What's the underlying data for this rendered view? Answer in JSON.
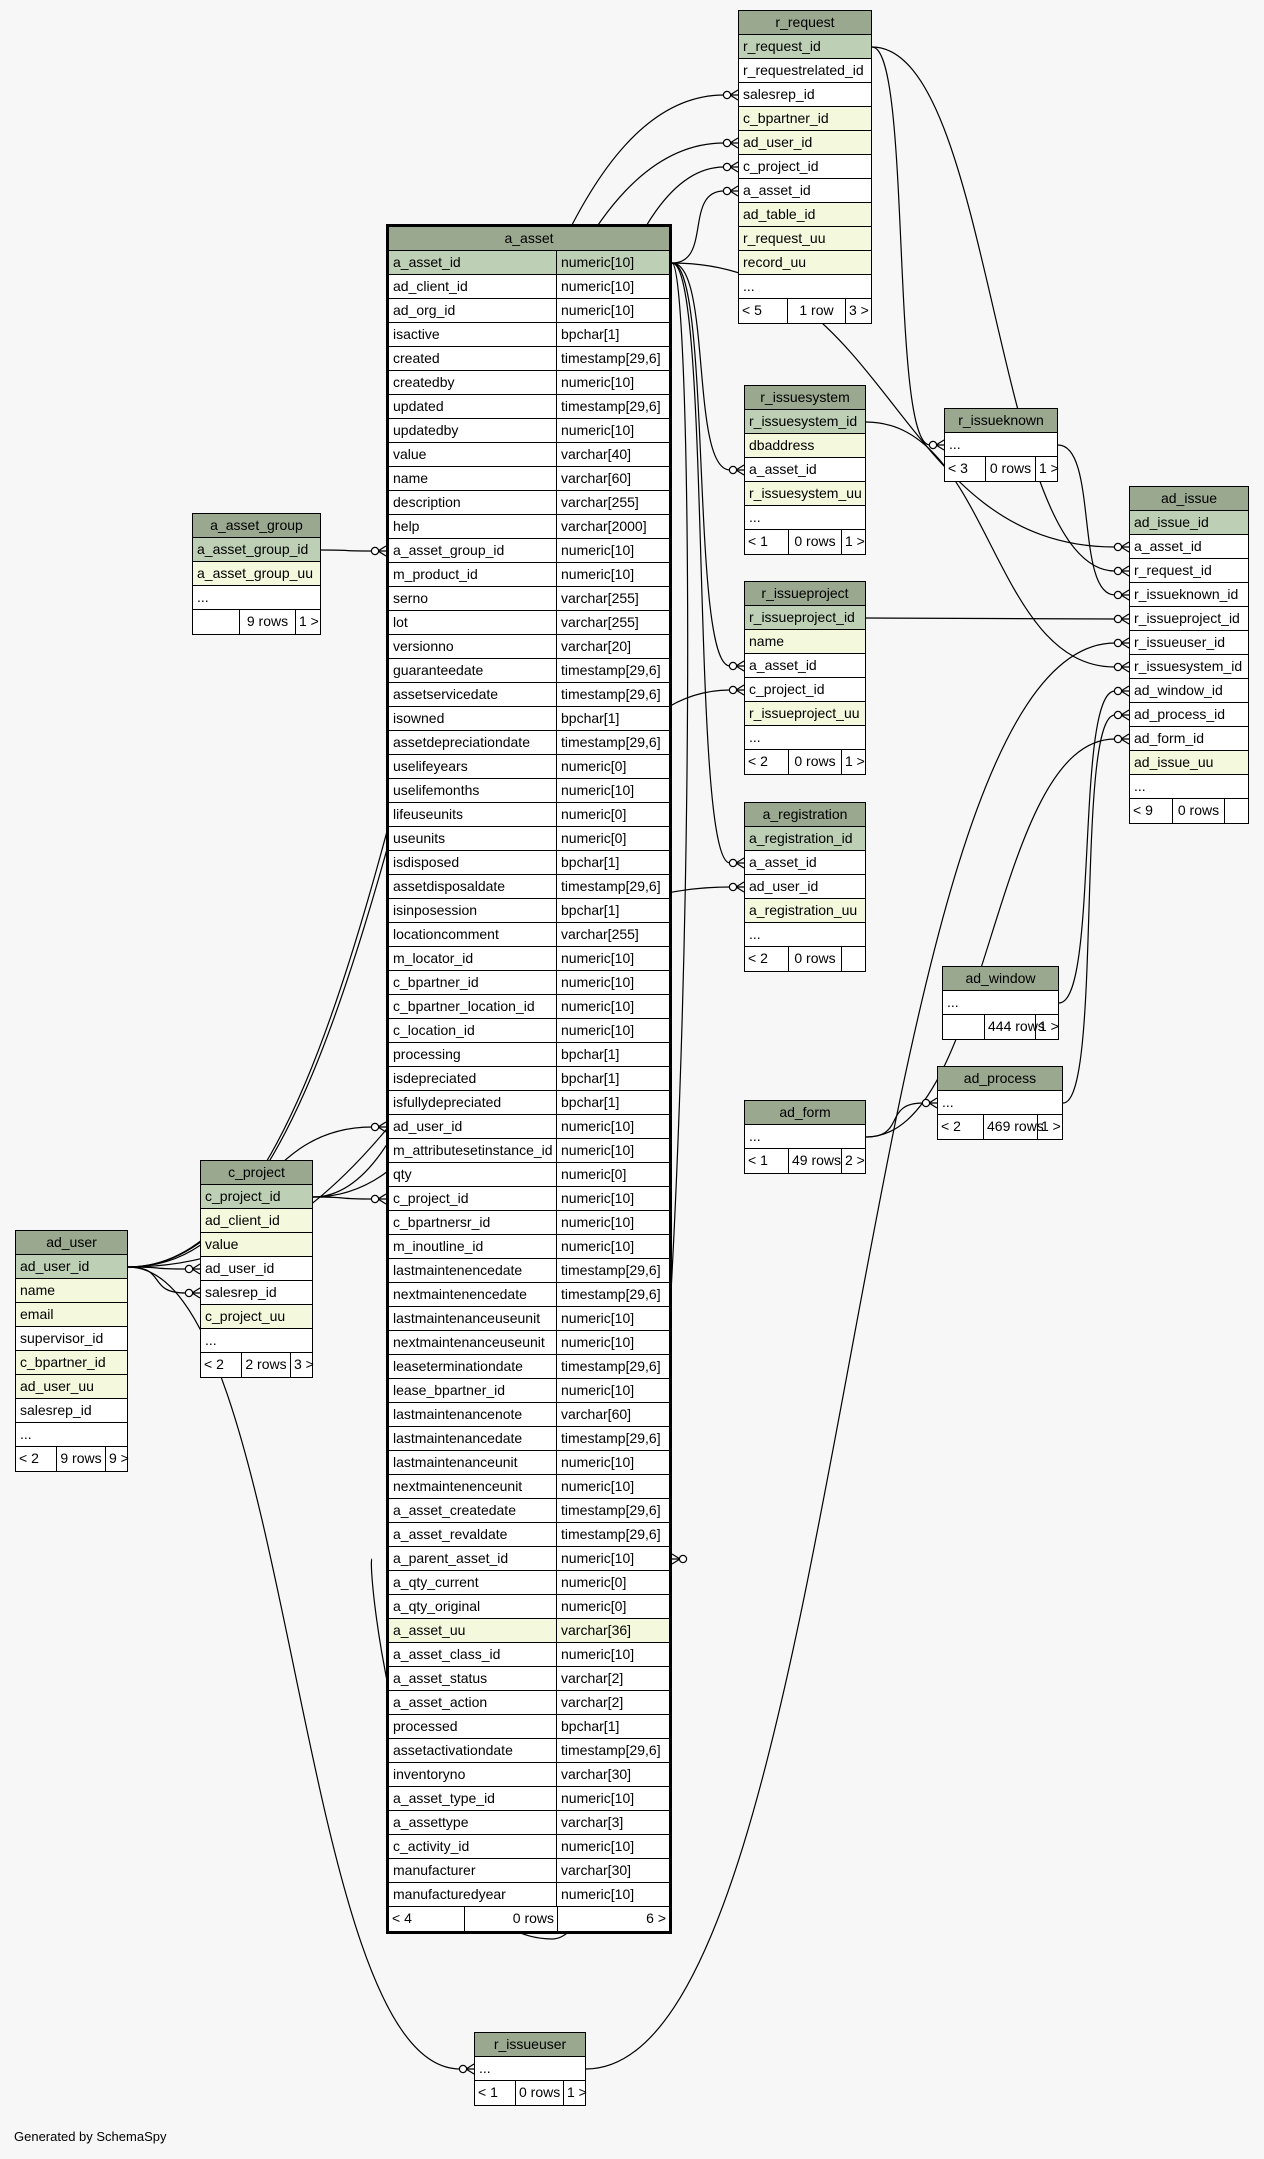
{
  "footer": "Generated by SchemaSpy",
  "colors": {
    "header": "#9aa88f",
    "primary_key": "#bdd0b5",
    "indexed": "#f4f8dc",
    "plain": "#ffffff",
    "background": "#f7f7f7"
  },
  "tables": [
    {
      "name": "r_request",
      "columns": [
        {
          "name": "r_request_id",
          "kind": "pk"
        },
        {
          "name": "r_requestrelated_id",
          "kind": "plain"
        },
        {
          "name": "salesrep_id",
          "kind": "plain"
        },
        {
          "name": "c_bpartner_id",
          "kind": "idx"
        },
        {
          "name": "ad_user_id",
          "kind": "idx"
        },
        {
          "name": "c_project_id",
          "kind": "plain"
        },
        {
          "name": "a_asset_id",
          "kind": "plain"
        },
        {
          "name": "ad_table_id",
          "kind": "idx"
        },
        {
          "name": "r_request_uu",
          "kind": "idx"
        },
        {
          "name": "record_uu",
          "kind": "idx"
        },
        {
          "name": "...",
          "kind": "plain"
        }
      ],
      "footer": [
        "< 5",
        "1 row",
        "3 >"
      ]
    },
    {
      "name": "a_asset",
      "columns": [
        {
          "name": "a_asset_id",
          "type": "numeric[10]",
          "kind": "pk"
        },
        {
          "name": "ad_client_id",
          "type": "numeric[10]",
          "kind": "plain"
        },
        {
          "name": "ad_org_id",
          "type": "numeric[10]",
          "kind": "plain"
        },
        {
          "name": "isactive",
          "type": "bpchar[1]",
          "kind": "plain"
        },
        {
          "name": "created",
          "type": "timestamp[29,6]",
          "kind": "plain"
        },
        {
          "name": "createdby",
          "type": "numeric[10]",
          "kind": "plain"
        },
        {
          "name": "updated",
          "type": "timestamp[29,6]",
          "kind": "plain"
        },
        {
          "name": "updatedby",
          "type": "numeric[10]",
          "kind": "plain"
        },
        {
          "name": "value",
          "type": "varchar[40]",
          "kind": "plain"
        },
        {
          "name": "name",
          "type": "varchar[60]",
          "kind": "plain"
        },
        {
          "name": "description",
          "type": "varchar[255]",
          "kind": "plain"
        },
        {
          "name": "help",
          "type": "varchar[2000]",
          "kind": "plain"
        },
        {
          "name": "a_asset_group_id",
          "type": "numeric[10]",
          "kind": "plain"
        },
        {
          "name": "m_product_id",
          "type": "numeric[10]",
          "kind": "plain"
        },
        {
          "name": "serno",
          "type": "varchar[255]",
          "kind": "plain"
        },
        {
          "name": "lot",
          "type": "varchar[255]",
          "kind": "plain"
        },
        {
          "name": "versionno",
          "type": "varchar[20]",
          "kind": "plain"
        },
        {
          "name": "guaranteedate",
          "type": "timestamp[29,6]",
          "kind": "plain"
        },
        {
          "name": "assetservicedate",
          "type": "timestamp[29,6]",
          "kind": "plain"
        },
        {
          "name": "isowned",
          "type": "bpchar[1]",
          "kind": "plain"
        },
        {
          "name": "assetdepreciationdate",
          "type": "timestamp[29,6]",
          "kind": "plain"
        },
        {
          "name": "uselifeyears",
          "type": "numeric[0]",
          "kind": "plain"
        },
        {
          "name": "uselifemonths",
          "type": "numeric[10]",
          "kind": "plain"
        },
        {
          "name": "lifeuseunits",
          "type": "numeric[0]",
          "kind": "plain"
        },
        {
          "name": "useunits",
          "type": "numeric[0]",
          "kind": "plain"
        },
        {
          "name": "isdisposed",
          "type": "bpchar[1]",
          "kind": "plain"
        },
        {
          "name": "assetdisposaldate",
          "type": "timestamp[29,6]",
          "kind": "plain"
        },
        {
          "name": "isinposession",
          "type": "bpchar[1]",
          "kind": "plain"
        },
        {
          "name": "locationcomment",
          "type": "varchar[255]",
          "kind": "plain"
        },
        {
          "name": "m_locator_id",
          "type": "numeric[10]",
          "kind": "plain"
        },
        {
          "name": "c_bpartner_id",
          "type": "numeric[10]",
          "kind": "plain"
        },
        {
          "name": "c_bpartner_location_id",
          "type": "numeric[10]",
          "kind": "plain"
        },
        {
          "name": "c_location_id",
          "type": "numeric[10]",
          "kind": "plain"
        },
        {
          "name": "processing",
          "type": "bpchar[1]",
          "kind": "plain"
        },
        {
          "name": "isdepreciated",
          "type": "bpchar[1]",
          "kind": "plain"
        },
        {
          "name": "isfullydepreciated",
          "type": "bpchar[1]",
          "kind": "plain"
        },
        {
          "name": "ad_user_id",
          "type": "numeric[10]",
          "kind": "plain"
        },
        {
          "name": "m_attributesetinstance_id",
          "type": "numeric[10]",
          "kind": "plain"
        },
        {
          "name": "qty",
          "type": "numeric[0]",
          "kind": "plain"
        },
        {
          "name": "c_project_id",
          "type": "numeric[10]",
          "kind": "plain"
        },
        {
          "name": "c_bpartnersr_id",
          "type": "numeric[10]",
          "kind": "plain"
        },
        {
          "name": "m_inoutline_id",
          "type": "numeric[10]",
          "kind": "plain"
        },
        {
          "name": "lastmaintenencedate",
          "type": "timestamp[29,6]",
          "kind": "plain"
        },
        {
          "name": "nextmaintenencedate",
          "type": "timestamp[29,6]",
          "kind": "plain"
        },
        {
          "name": "lastmaintenanceuseunit",
          "type": "numeric[10]",
          "kind": "plain"
        },
        {
          "name": "nextmaintenanceuseunit",
          "type": "numeric[10]",
          "kind": "plain"
        },
        {
          "name": "leaseterminationdate",
          "type": "timestamp[29,6]",
          "kind": "plain"
        },
        {
          "name": "lease_bpartner_id",
          "type": "numeric[10]",
          "kind": "plain"
        },
        {
          "name": "lastmaintenancenote",
          "type": "varchar[60]",
          "kind": "plain"
        },
        {
          "name": "lastmaintenancedate",
          "type": "timestamp[29,6]",
          "kind": "plain"
        },
        {
          "name": "lastmaintenanceunit",
          "type": "numeric[10]",
          "kind": "plain"
        },
        {
          "name": "nextmaintenenceunit",
          "type": "numeric[10]",
          "kind": "plain"
        },
        {
          "name": "a_asset_createdate",
          "type": "timestamp[29,6]",
          "kind": "plain"
        },
        {
          "name": "a_asset_revaldate",
          "type": "timestamp[29,6]",
          "kind": "plain"
        },
        {
          "name": "a_parent_asset_id",
          "type": "numeric[10]",
          "kind": "plain"
        },
        {
          "name": "a_qty_current",
          "type": "numeric[0]",
          "kind": "plain"
        },
        {
          "name": "a_qty_original",
          "type": "numeric[0]",
          "kind": "plain"
        },
        {
          "name": "a_asset_uu",
          "type": "varchar[36]",
          "kind": "idx"
        },
        {
          "name": "a_asset_class_id",
          "type": "numeric[10]",
          "kind": "plain"
        },
        {
          "name": "a_asset_status",
          "type": "varchar[2]",
          "kind": "plain"
        },
        {
          "name": "a_asset_action",
          "type": "varchar[2]",
          "kind": "plain"
        },
        {
          "name": "processed",
          "type": "bpchar[1]",
          "kind": "plain"
        },
        {
          "name": "assetactivationdate",
          "type": "timestamp[29,6]",
          "kind": "plain"
        },
        {
          "name": "inventoryno",
          "type": "varchar[30]",
          "kind": "plain"
        },
        {
          "name": "a_asset_type_id",
          "type": "numeric[10]",
          "kind": "plain"
        },
        {
          "name": "a_assettype",
          "type": "varchar[3]",
          "kind": "plain"
        },
        {
          "name": "c_activity_id",
          "type": "numeric[10]",
          "kind": "plain"
        },
        {
          "name": "manufacturer",
          "type": "varchar[30]",
          "kind": "plain"
        },
        {
          "name": "manufacturedyear",
          "type": "numeric[10]",
          "kind": "plain"
        }
      ],
      "footer": [
        "< 4",
        "0 rows",
        "6 >"
      ]
    },
    {
      "name": "r_issuesystem",
      "columns": [
        {
          "name": "r_issuesystem_id",
          "kind": "pk"
        },
        {
          "name": "dbaddress",
          "kind": "idx"
        },
        {
          "name": "a_asset_id",
          "kind": "plain"
        },
        {
          "name": "r_issuesystem_uu",
          "kind": "idx"
        },
        {
          "name": "...",
          "kind": "plain"
        }
      ],
      "footer": [
        "< 1",
        "0 rows",
        "1 >"
      ]
    },
    {
      "name": "r_issueknown",
      "columns": [
        {
          "name": "...",
          "kind": "plain"
        }
      ],
      "footer": [
        "< 3",
        "0 rows",
        "1 >"
      ]
    },
    {
      "name": "ad_issue",
      "columns": [
        {
          "name": "ad_issue_id",
          "kind": "pk"
        },
        {
          "name": "a_asset_id",
          "kind": "plain"
        },
        {
          "name": "r_request_id",
          "kind": "plain"
        },
        {
          "name": "r_issueknown_id",
          "kind": "plain"
        },
        {
          "name": "r_issueproject_id",
          "kind": "plain"
        },
        {
          "name": "r_issueuser_id",
          "kind": "plain"
        },
        {
          "name": "r_issuesystem_id",
          "kind": "plain"
        },
        {
          "name": "ad_window_id",
          "kind": "plain"
        },
        {
          "name": "ad_process_id",
          "kind": "plain"
        },
        {
          "name": "ad_form_id",
          "kind": "plain"
        },
        {
          "name": "ad_issue_uu",
          "kind": "idx"
        },
        {
          "name": "...",
          "kind": "plain"
        }
      ],
      "footer": [
        "< 9",
        "0 rows",
        ""
      ]
    },
    {
      "name": "a_asset_group",
      "columns": [
        {
          "name": "a_asset_group_id",
          "kind": "pk"
        },
        {
          "name": "a_asset_group_uu",
          "kind": "idx"
        },
        {
          "name": "...",
          "kind": "plain"
        }
      ],
      "footer": [
        "",
        "9 rows",
        "1 >"
      ]
    },
    {
      "name": "r_issueproject",
      "columns": [
        {
          "name": "r_issueproject_id",
          "kind": "pk"
        },
        {
          "name": "name",
          "kind": "idx"
        },
        {
          "name": "a_asset_id",
          "kind": "plain"
        },
        {
          "name": "c_project_id",
          "kind": "plain"
        },
        {
          "name": "r_issueproject_uu",
          "kind": "idx"
        },
        {
          "name": "...",
          "kind": "plain"
        }
      ],
      "footer": [
        "< 2",
        "0 rows",
        "1 >"
      ]
    },
    {
      "name": "a_registration",
      "columns": [
        {
          "name": "a_registration_id",
          "kind": "pk"
        },
        {
          "name": "a_asset_id",
          "kind": "plain"
        },
        {
          "name": "ad_user_id",
          "kind": "plain"
        },
        {
          "name": "a_registration_uu",
          "kind": "idx"
        },
        {
          "name": "...",
          "kind": "plain"
        }
      ],
      "footer": [
        "< 2",
        "0 rows",
        ""
      ]
    },
    {
      "name": "ad_window",
      "columns": [
        {
          "name": "...",
          "kind": "plain"
        }
      ],
      "footer": [
        "",
        "444 rows",
        "1 >"
      ]
    },
    {
      "name": "ad_process",
      "columns": [
        {
          "name": "...",
          "kind": "plain"
        }
      ],
      "footer": [
        "< 2",
        "469 rows",
        "1 >"
      ]
    },
    {
      "name": "ad_form",
      "columns": [
        {
          "name": "...",
          "kind": "plain"
        }
      ],
      "footer": [
        "< 1",
        "49 rows",
        "2 >"
      ]
    },
    {
      "name": "c_project",
      "columns": [
        {
          "name": "c_project_id",
          "kind": "pk"
        },
        {
          "name": "ad_client_id",
          "kind": "idx"
        },
        {
          "name": "value",
          "kind": "idx"
        },
        {
          "name": "ad_user_id",
          "kind": "plain"
        },
        {
          "name": "salesrep_id",
          "kind": "plain"
        },
        {
          "name": "c_project_uu",
          "kind": "idx"
        },
        {
          "name": "...",
          "kind": "plain"
        }
      ],
      "footer": [
        "< 2",
        "2 rows",
        "3 >"
      ]
    },
    {
      "name": "ad_user",
      "columns": [
        {
          "name": "ad_user_id",
          "kind": "pk"
        },
        {
          "name": "name",
          "kind": "idx"
        },
        {
          "name": "email",
          "kind": "idx"
        },
        {
          "name": "supervisor_id",
          "kind": "plain"
        },
        {
          "name": "c_bpartner_id",
          "kind": "idx"
        },
        {
          "name": "ad_user_uu",
          "kind": "idx"
        },
        {
          "name": "salesrep_id",
          "kind": "plain"
        },
        {
          "name": "...",
          "kind": "plain"
        }
      ],
      "footer": [
        "< 2",
        "9 rows",
        "9 >"
      ]
    },
    {
      "name": "r_issueuser",
      "columns": [
        {
          "name": "...",
          "kind": "plain"
        }
      ],
      "footer": [
        "< 1",
        "0 rows",
        "1 >"
      ]
    }
  ],
  "relationships": [
    {
      "from": "a_asset.a_asset_id",
      "to": "r_request.a_asset_id"
    },
    {
      "from": "ad_user.ad_user_id",
      "to": "r_request.salesrep_id"
    },
    {
      "from": "ad_user.ad_user_id",
      "to": "r_request.ad_user_id"
    },
    {
      "from": "c_project.c_project_id",
      "to": "r_request.c_project_id"
    },
    {
      "from": "a_asset_group.a_asset_group_id",
      "to": "a_asset.a_asset_group_id"
    },
    {
      "from": "ad_user.ad_user_id",
      "to": "a_asset.ad_user_id"
    },
    {
      "from": "c_project.c_project_id",
      "to": "a_asset.c_project_id"
    },
    {
      "from": "a_asset.a_asset_id",
      "to": "a_asset.a_parent_asset_id"
    },
    {
      "from": "a_asset.a_asset_id",
      "to": "r_issuesystem.a_asset_id"
    },
    {
      "from": "a_asset.a_asset_id",
      "to": "r_issueproject.a_asset_id"
    },
    {
      "from": "c_project.c_project_id",
      "to": "r_issueproject.c_project_id"
    },
    {
      "from": "a_asset.a_asset_id",
      "to": "a_registration.a_asset_id"
    },
    {
      "from": "ad_user.ad_user_id",
      "to": "a_registration.ad_user_id"
    },
    {
      "from": "r_request.r_request_id",
      "to": "r_issueknown"
    },
    {
      "from": "a_asset.a_asset_id",
      "to": "ad_issue.a_asset_id"
    },
    {
      "from": "r_request.r_request_id",
      "to": "ad_issue.r_request_id"
    },
    {
      "from": "r_issueknown",
      "to": "ad_issue.r_issueknown_id"
    },
    {
      "from": "r_issueproject.r_issueproject_id",
      "to": "ad_issue.r_issueproject_id"
    },
    {
      "from": "r_issueuser",
      "to": "ad_issue.r_issueuser_id"
    },
    {
      "from": "r_issuesystem.r_issuesystem_id",
      "to": "ad_issue.r_issuesystem_id"
    },
    {
      "from": "ad_window",
      "to": "ad_issue.ad_window_id"
    },
    {
      "from": "ad_process",
      "to": "ad_issue.ad_process_id"
    },
    {
      "from": "ad_form",
      "to": "ad_issue.ad_form_id"
    },
    {
      "from": "ad_form",
      "to": "ad_process"
    },
    {
      "from": "ad_user.ad_user_id",
      "to": "c_project.ad_user_id"
    },
    {
      "from": "ad_user.ad_user_id",
      "to": "c_project.salesrep_id"
    },
    {
      "from": "ad_user.ad_user_id",
      "to": "r_issueuser"
    }
  ]
}
